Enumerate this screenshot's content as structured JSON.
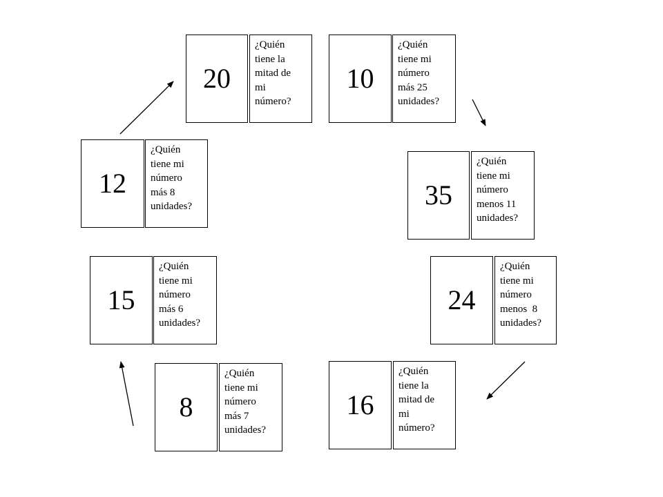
{
  "colors": {
    "background": "#ffffff",
    "stroke": "#000000",
    "text": "#000000"
  },
  "cards": [
    {
      "id": "20",
      "number": "20",
      "question": [
        "¿Quién",
        "tiene la",
        "mitad de",
        "mi",
        "número?"
      ]
    },
    {
      "id": "10",
      "number": "10",
      "question": [
        "¿Quién",
        "tiene mi",
        "número",
        "más 25",
        "unidades?"
      ]
    },
    {
      "id": "35",
      "number": "35",
      "question": [
        "¿Quién",
        "tiene mi",
        "número",
        "menos 11",
        "unidades?"
      ]
    },
    {
      "id": "24",
      "number": "24",
      "question": [
        "¿Quién",
        "tiene mi",
        "número",
        "menos  8",
        "unidades?"
      ]
    },
    {
      "id": "16",
      "number": "16",
      "question": [
        "¿Quién",
        "tiene la",
        "mitad de",
        "mi",
        "número?"
      ]
    },
    {
      "id": "8",
      "number": "8",
      "question": [
        "¿Quién",
        "tiene mi",
        "número",
        "más 7",
        "unidades?"
      ]
    },
    {
      "id": "15",
      "number": "15",
      "question": [
        "¿Quién",
        "tiene mi",
        "número",
        "más 6",
        "unidades?"
      ]
    },
    {
      "id": "12",
      "number": "12",
      "question": [
        "¿Quién",
        "tiene mi",
        "número",
        "más 8",
        "unidades?"
      ]
    }
  ],
  "arrows": [
    {
      "from": "10",
      "to": "35"
    },
    {
      "from": "24",
      "to": "16"
    },
    {
      "from": "8",
      "to": "15"
    },
    {
      "from": "12",
      "to": "20"
    }
  ]
}
